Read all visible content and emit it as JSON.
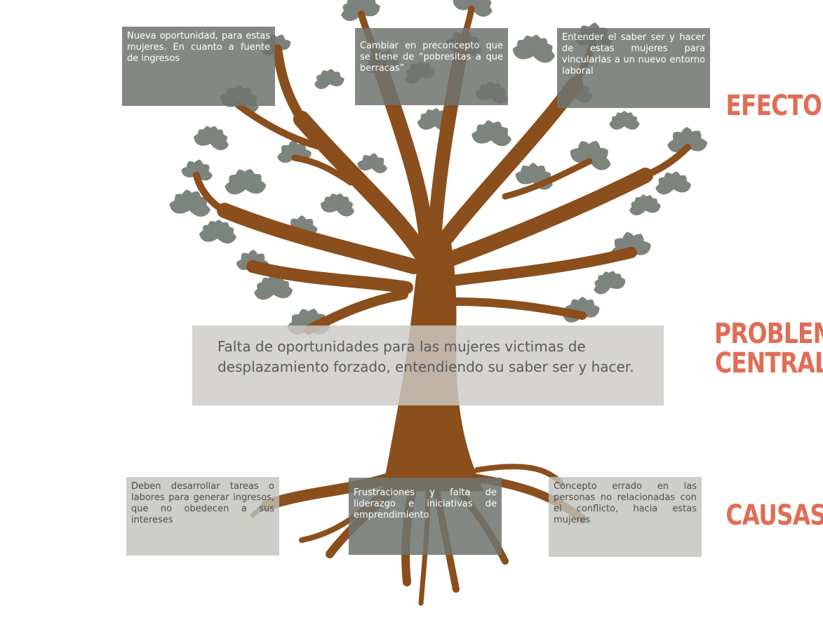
{
  "labels": {
    "efectos": "EFECTOS",
    "problema_line1": "PROBLEMA",
    "problema_line2": "CENTRAL",
    "causas": "CAUSAS"
  },
  "effects": [
    "Nueva oportunidad, para estas mujeres. En cuanto a fuente de ingresos",
    "Cambiar en preconcepto que se tiene de “pobresitas a que berracas”",
    "Entender el saber ser y hacer de estas mujeres para vincularlas a un nuevo entorno laboral"
  ],
  "central_problem": "Falta de oportunidades para las mujeres victimas de desplazamiento forzado, entendiendo su saber ser y hacer.",
  "causes": [
    "Deben desarrollar tareas o labores para generar ingresos, que no obedecen a sus intereses",
    "Frustraciones y falta de liderazgo e iniciativas de emprendimiento",
    "Concepto errado en las personas no relacionadas con el conflicto, hacia estas mujeres"
  ],
  "colors": {
    "trunk": "#8a4f1c",
    "leaf": "#7d837d",
    "label": "#e06d55"
  }
}
